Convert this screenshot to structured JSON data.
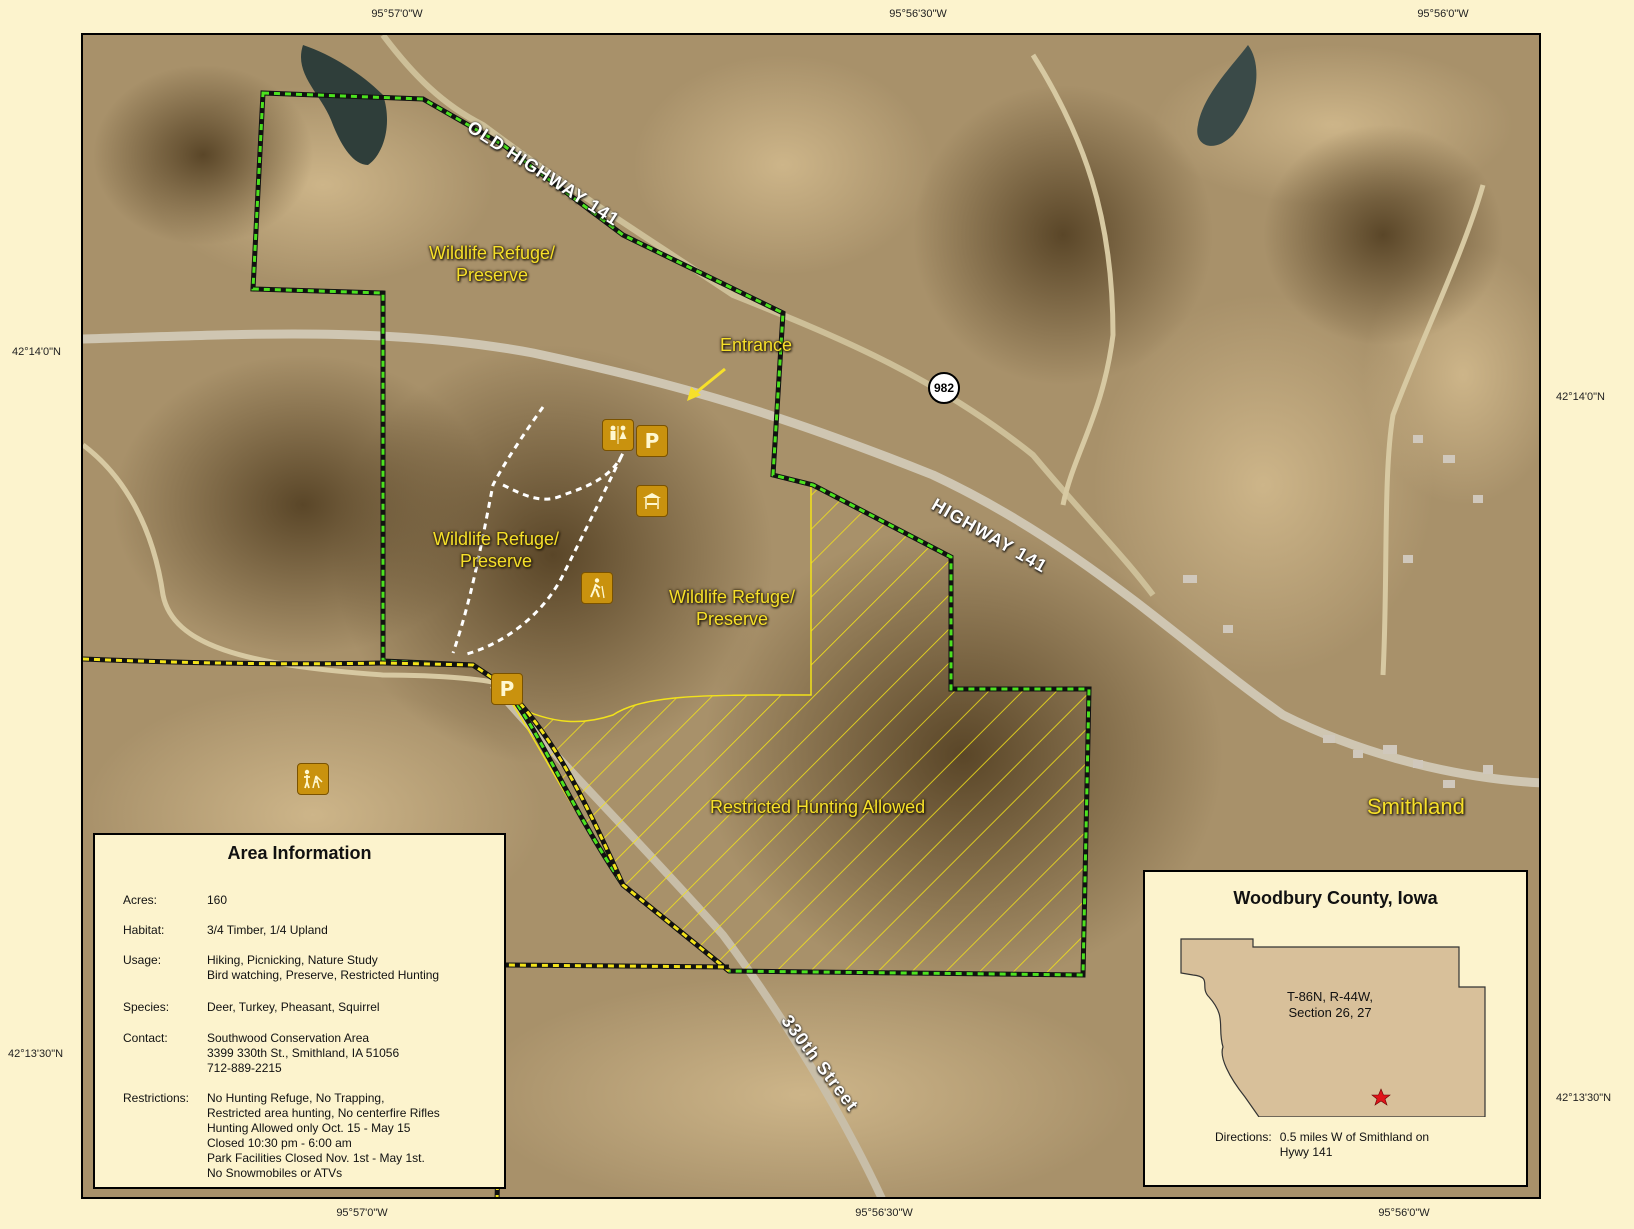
{
  "coordinates": {
    "top": [
      "95°57'0\"W",
      "95°56'30\"W",
      "95°56'0\"W"
    ],
    "bottom": [
      "95°57'0\"W",
      "95°56'30\"W",
      "95°56'0\"W"
    ],
    "left": [
      "42°14'0\"N",
      "42°13'30\"N"
    ],
    "right": [
      "42°14'0\"N",
      "42°13'30\"N"
    ]
  },
  "map": {
    "road_labels": {
      "old_highway": "OLD HIGHWAY 141",
      "highway": "HIGHWAY 141",
      "street": "330th Street"
    },
    "route_shield": "982",
    "labels": {
      "refuge_north": "Wildlife Refuge/\nPreserve",
      "refuge_west": "Wildlife Refuge/\nPreserve",
      "refuge_central": "Wildlife Refuge/\nPreserve",
      "entrance": "Entrance",
      "hunting": "Restricted Hunting Allowed",
      "town": "Smithland"
    },
    "icons": {
      "parking_label": "P",
      "names": [
        "restroom-icon",
        "parking-icon",
        "picnic-shelter-icon",
        "hiking-icon",
        "parking-icon",
        "playground-icon"
      ]
    },
    "colors": {
      "refuge_boundary": "#4ce21f",
      "hunting_boundary": "#f2e21a",
      "area_boundary": "#111111",
      "trail": "#ffffff",
      "icon_fill": "#c9920e",
      "label_yellow": "#f6e02a"
    }
  },
  "area_info": {
    "title": "Area Information",
    "rows": [
      {
        "key": "Acres:",
        "value": "160"
      },
      {
        "key": "Habitat:",
        "value": "3/4 Timber, 1/4 Upland"
      },
      {
        "key": "Usage:",
        "value": " Hiking, Picnicking, Nature Study\n Bird watching, Preserve, Restricted Hunting"
      },
      {
        "key": "Species:",
        "value": "Deer, Turkey, Pheasant, Squirrel"
      },
      {
        "key": "Contact:",
        "value": "Southwood Conservation Area\n3399 330th St., Smithland, IA  51056\n712-889-2215"
      },
      {
        "key": "Restrictions:",
        "value": " No Hunting Refuge, No Trapping,\nRestricted area hunting, No centerfire Rifles\nHunting Allowed only Oct. 15 - May 15\nClosed 10:30 pm - 6:00 am\nPark Facilities Closed Nov. 1st - May 1st.\nNo Snowmobiles or ATVs"
      }
    ]
  },
  "county": {
    "title": "Woodbury County, Iowa",
    "location": "T-86N, R-44W,\nSection 26, 27",
    "directions_label": "Directions:",
    "directions": "0.5 miles W of Smithland on\nHywy 141",
    "marker_color": "#e0141a",
    "fill_color": "#d8c09a"
  }
}
